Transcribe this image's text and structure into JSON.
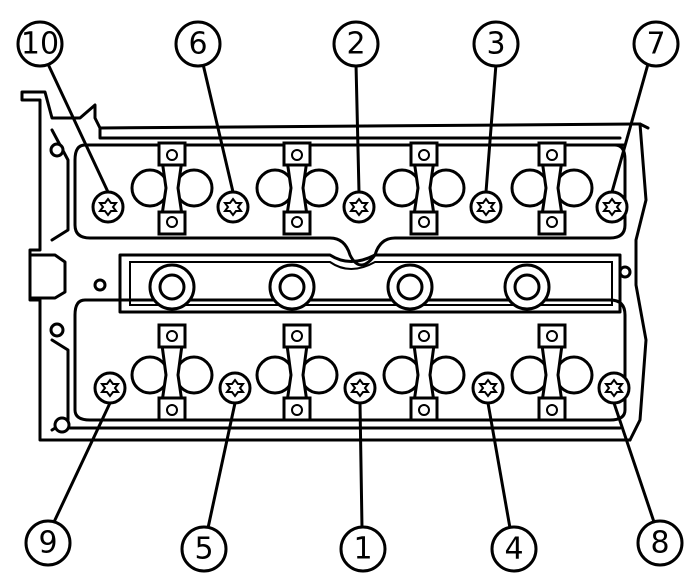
{
  "figure": {
    "bolts": [
      {
        "label": "10"
      },
      {
        "label": "6"
      },
      {
        "label": "2"
      },
      {
        "label": "3"
      },
      {
        "label": "7"
      },
      {
        "label": "9"
      },
      {
        "label": "5"
      },
      {
        "label": "1"
      },
      {
        "label": "4"
      },
      {
        "label": "8"
      }
    ]
  }
}
